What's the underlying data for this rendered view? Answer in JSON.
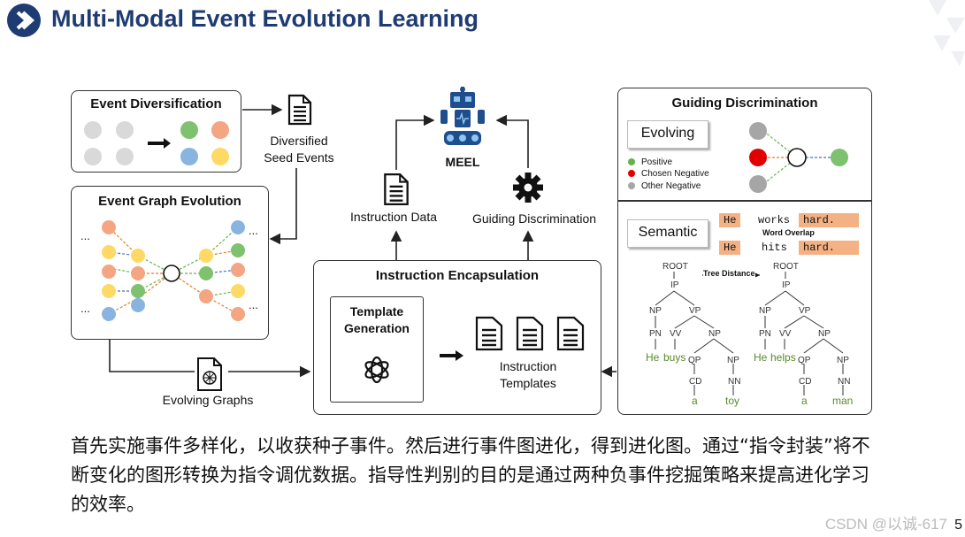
{
  "header": {
    "title": "Multi-Modal Event Evolution Learning"
  },
  "event_diversification": {
    "title": "Event Diversification",
    "label": "Diversified\nSeed Events"
  },
  "event_graph": {
    "title": "Event Graph Evolution",
    "ellipsis": "...",
    "output_label": "Evolving Graphs"
  },
  "meel": {
    "label": "MEEL"
  },
  "instruction_data": {
    "label": "Instruction Data"
  },
  "guiding_disc_mid": {
    "label": "Guiding Discrimination"
  },
  "instruction_encapsulation": {
    "title": "Instruction Encapsulation",
    "template_generation": "Template\nGeneration",
    "templates_label": "Instruction\nTemplates"
  },
  "guiding_discrimination": {
    "title": "Guiding Discrimination",
    "evolving_label": "Evolving",
    "legend": [
      {
        "label": "Positive",
        "color": "#6ab04c"
      },
      {
        "label": "Chosen Negative",
        "color": "#e00000"
      },
      {
        "label": "Other Negative",
        "color": "#a6a6a6"
      }
    ],
    "semantic_label": "Semantic",
    "sentence1": {
      "w1": "He",
      "w2": "works",
      "w3": "hard."
    },
    "sentence2": {
      "w1": "He",
      "w2": "hits",
      "w3": "hard."
    },
    "word_overlap": "Word Overlap",
    "tree_distance": "Tree Distance",
    "tree1": {
      "root": "ROOT",
      "ip": "IP",
      "np": "NP",
      "vp": "VP",
      "pn": "PN",
      "vv": "VV",
      "np2": "NP",
      "qp": "QP",
      "np3": "NP",
      "cd": "CD",
      "nn": "NN",
      "w_he": "He",
      "w_verb": "buys",
      "w_a": "a",
      "w_noun": "toy"
    },
    "tree2": {
      "root": "ROOT",
      "ip": "IP",
      "np": "NP",
      "vp": "VP",
      "pn": "PN",
      "vv": "VV",
      "np2": "NP",
      "qp": "QP",
      "np3": "NP",
      "cd": "CD",
      "nn": "NN",
      "w_he": "He",
      "w_verb": "helps",
      "w_a": "a",
      "w_noun": "man"
    }
  },
  "caption": "首先实施事件多样化，以收获种子事件。然后进行事件图进化，得到进化图。通过“指令封装”将不断变化的图形转换为指令调优数据。指导性判别的目的是通过两种负事件挖掘策略来提高进化学习的效率。",
  "watermark": "CSDN @以诚-617",
  "page_number": "5",
  "colors": {
    "title": "#1f3b73",
    "orange": "#f4a582",
    "green": "#7ec16e",
    "blue": "#8ab4e0",
    "yellow": "#ffd966",
    "gray": "#d9d9d9"
  }
}
